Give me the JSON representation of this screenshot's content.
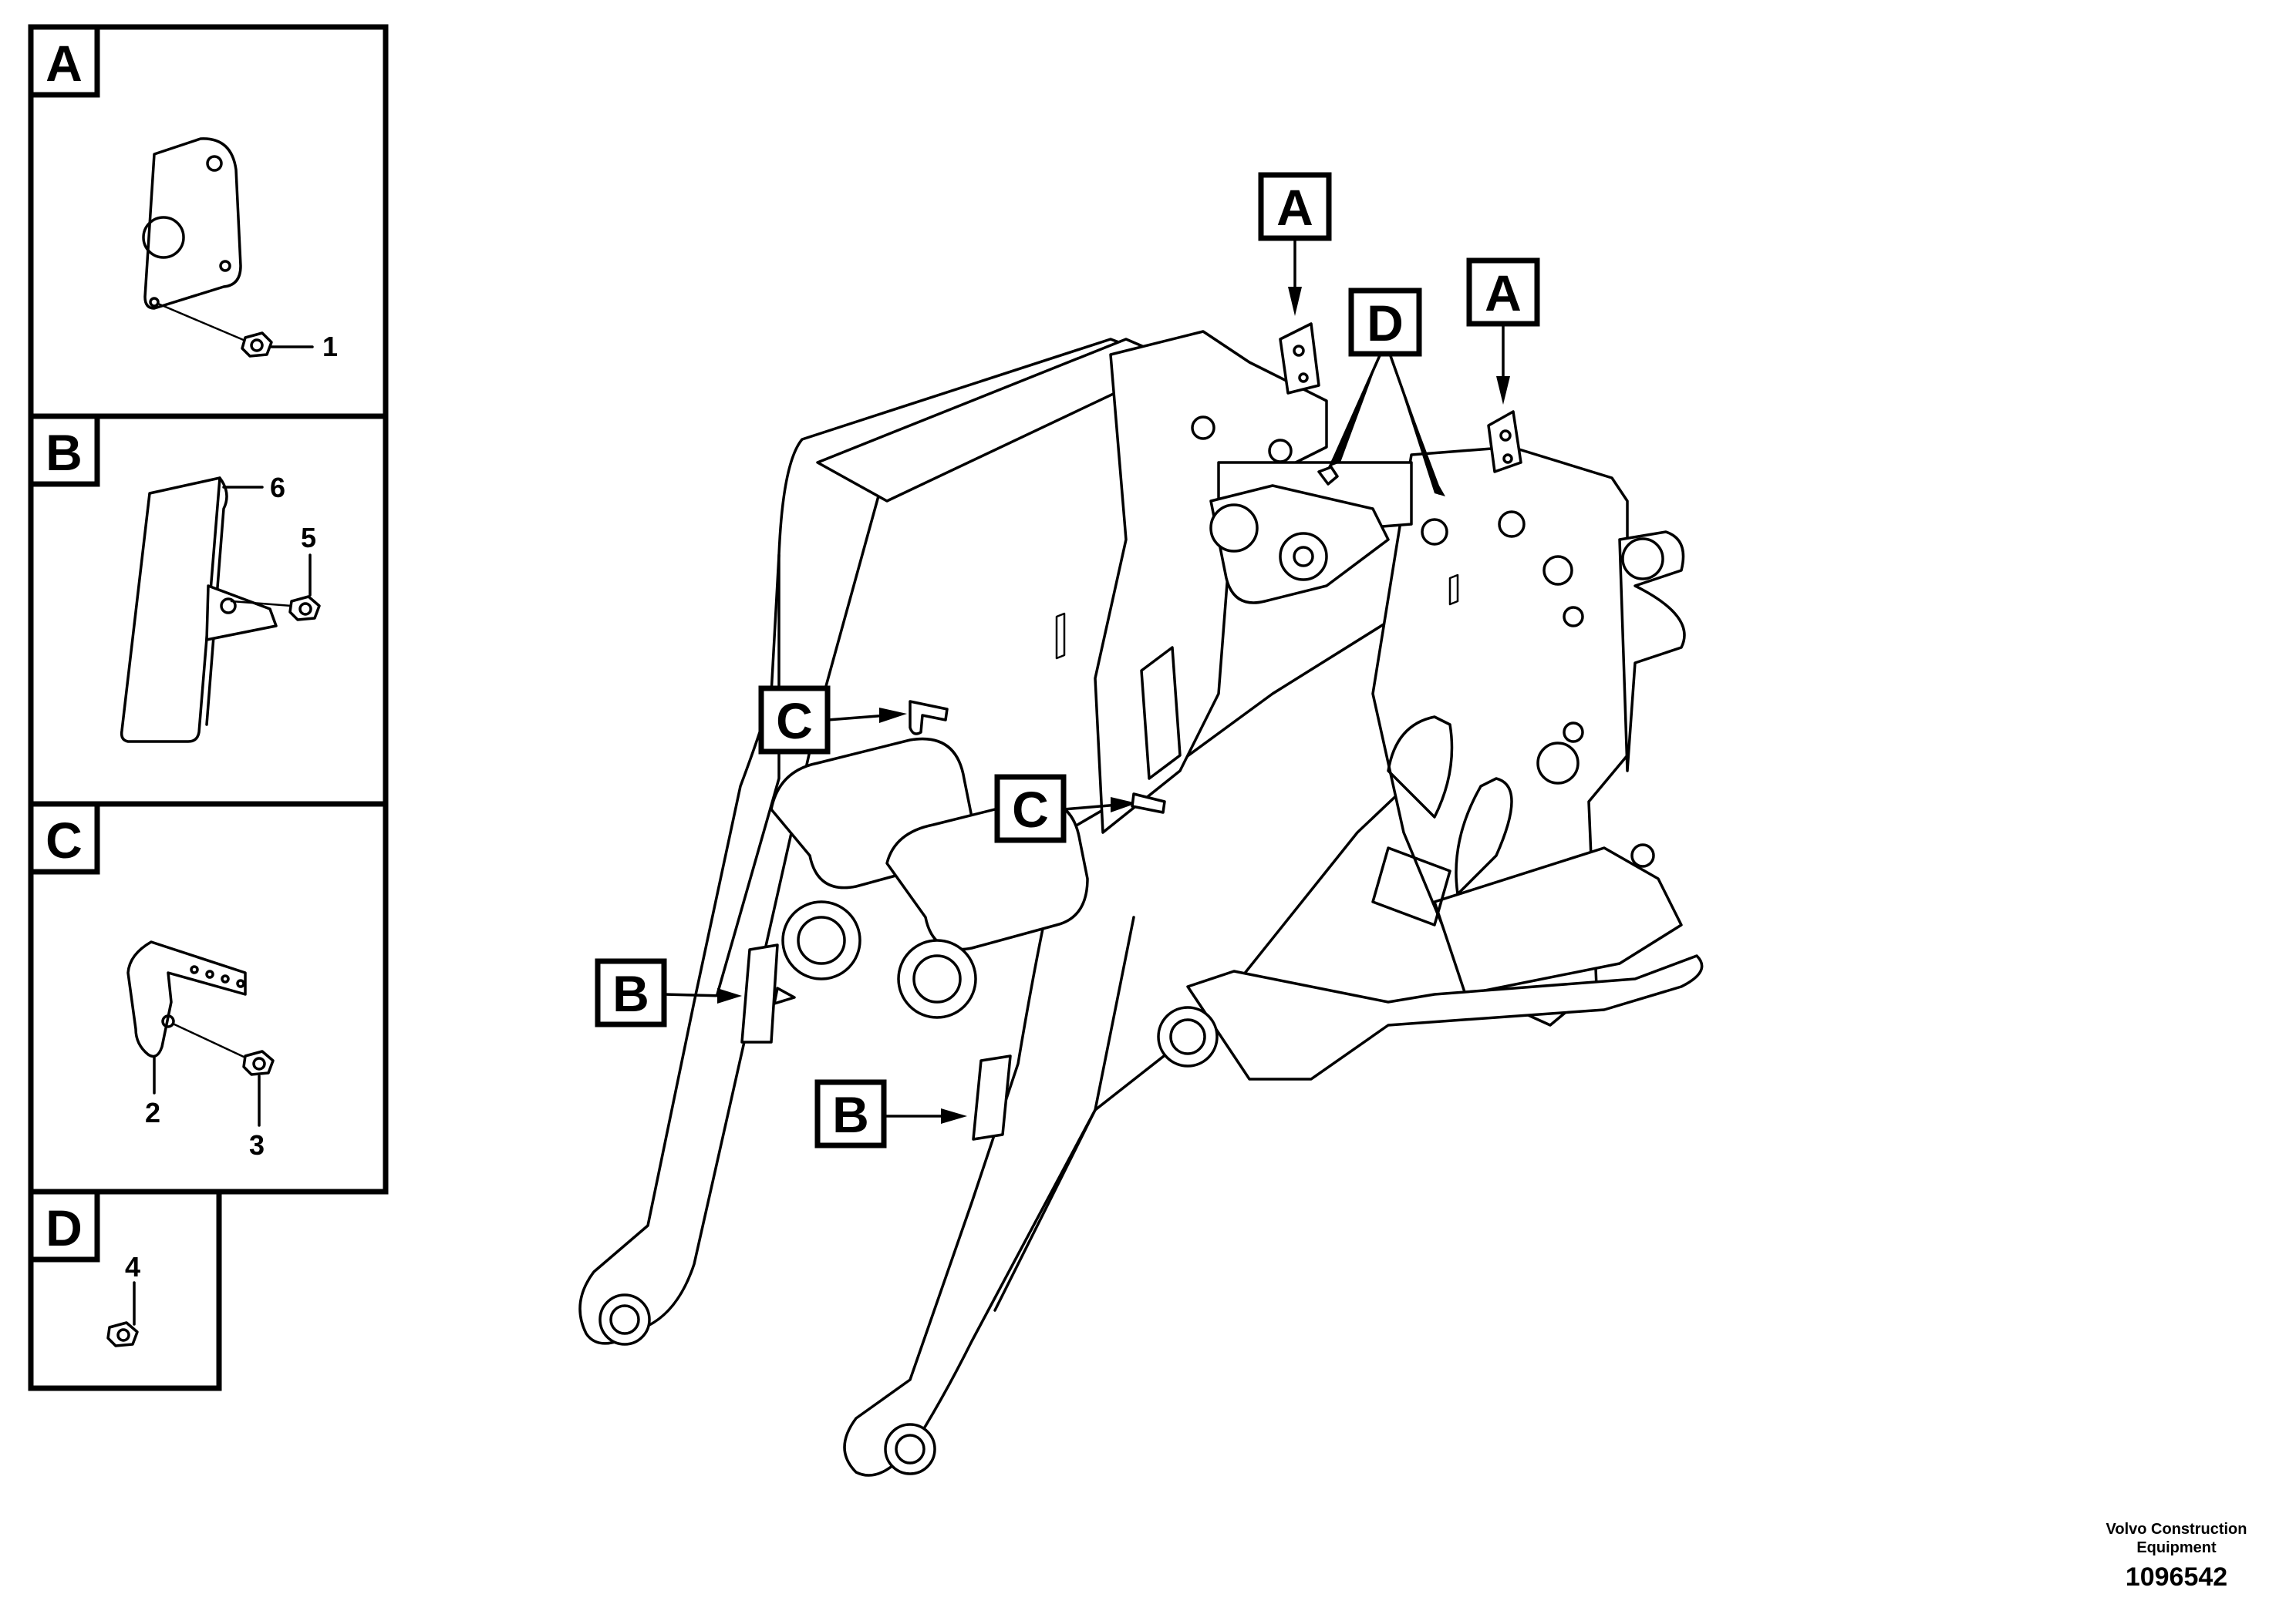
{
  "detail_panels": [
    {
      "letter": "A",
      "items": [
        "1"
      ]
    },
    {
      "letter": "B",
      "items": [
        "6",
        "5"
      ]
    },
    {
      "letter": "C",
      "items": [
        "2",
        "3"
      ]
    },
    {
      "letter": "D",
      "items": [
        "4"
      ]
    }
  ],
  "callouts": {
    "a1": "A",
    "a2": "A",
    "d": "D",
    "c1": "C",
    "c2": "C",
    "b1": "B",
    "b2": "B"
  },
  "footer": {
    "company_line1": "Volvo Construction",
    "company_line2": "Equipment",
    "drawing_number": "1096542"
  }
}
